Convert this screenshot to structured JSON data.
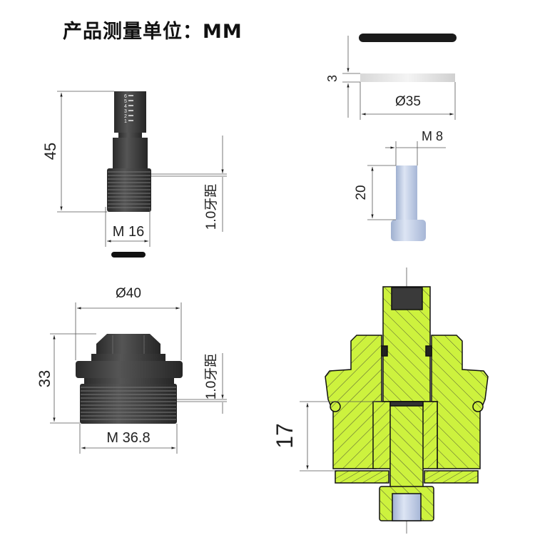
{
  "title": "产品测量单位：MM",
  "colors": {
    "part_dark": "#3c3c3c",
    "section_green": "#cdf23e",
    "screw_blue": "#c4d0e6",
    "dim_line": "#555555"
  },
  "adjuster": {
    "length_label": "45",
    "thread_label": "M 16",
    "pitch_label": "1.0牙距",
    "scale_marks": [
      "6",
      "5",
      "4",
      "3",
      "2",
      "1"
    ]
  },
  "cap": {
    "diameter_label": "Ø40",
    "height_label": "33",
    "thread_label": "M 36.8",
    "pitch_label": "1.0牙距"
  },
  "washer": {
    "thickness_label": "3",
    "diameter_label": "Ø35"
  },
  "screw": {
    "thread_label": "M 8",
    "length_label": "20"
  },
  "section": {
    "depth_label": "17"
  }
}
